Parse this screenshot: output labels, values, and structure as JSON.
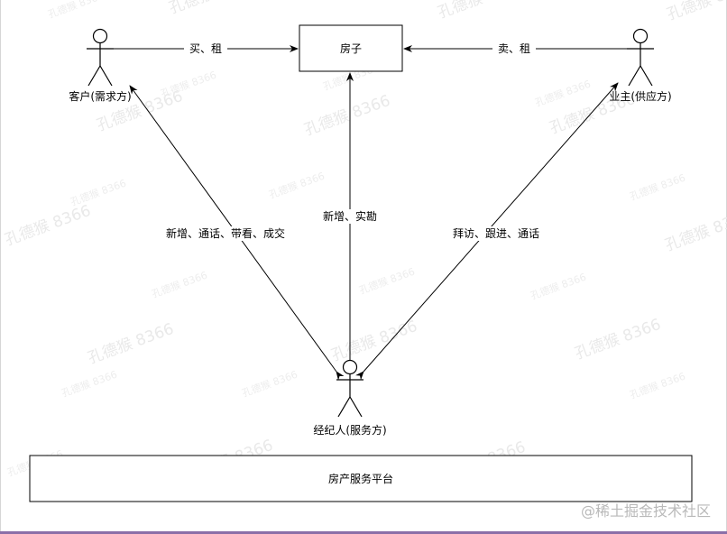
{
  "nodes": {
    "house": "房子",
    "customer": "客户(需求方)",
    "owner": "业主(供应方)",
    "agent": "经纪人(服务方)",
    "platform": "房产服务平台"
  },
  "edges": {
    "customer_to_house": "买、租",
    "owner_to_house": "卖、租",
    "agent_to_house": "新增、实勘",
    "agent_customer": "新增、通话、带看、成交",
    "agent_owner": "拜访、跟进、通话"
  },
  "watermark": {
    "main": "孔德猴 8366",
    "small": "孔德猴 8366"
  },
  "credit": "@稀土掘金技术社区",
  "colors": {
    "line": "#000000",
    "watermark": "#e9e9e9",
    "credit": "#b9b9b9",
    "bottom_strip": "#8b6fa8"
  }
}
